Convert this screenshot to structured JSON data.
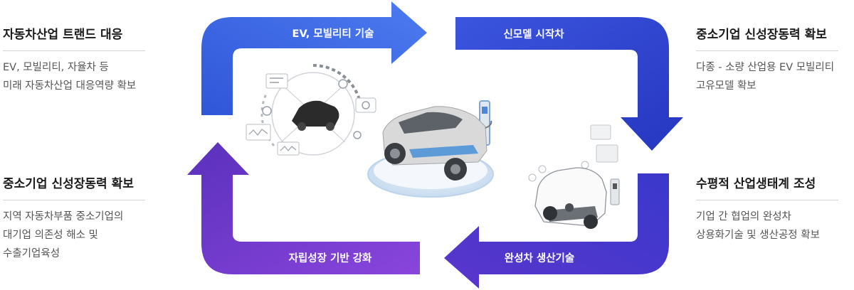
{
  "top_left": {
    "title": "자동차산업 트랜드 대응",
    "lines": [
      "EV, 모빌리티, 자율차 등",
      "미래 자동차산업 대응역량 확보"
    ]
  },
  "bottom_left": {
    "title": "중소기업 신성장동력 확보",
    "lines": [
      "지역 자동차부품 중소기업의",
      "대기업 의존성 해소 및",
      "수출기업육성"
    ]
  },
  "top_right": {
    "title": "중소기업 신성장동력 확보",
    "lines": [
      "다종 - 소량 산업용 EV 모빌리티",
      "고유모델 확보"
    ]
  },
  "bottom_right": {
    "title": "수평적 산업생태계 조성",
    "lines": [
      "기업 간 협업의 완성차",
      "상용화기술 및 생산공정 확보"
    ]
  },
  "arrows": {
    "top_left": "EV, 모빌리티 기술",
    "top_right": "신모델 시작차",
    "bottom_right": "완성차 생산기술",
    "bottom_left": "자립성장 기반 강화"
  },
  "colors": {
    "arrow_blue": "#3f63e2",
    "arrow_navy": "#2e3fc4",
    "arrow_purple": "#6a36c8",
    "arrow_violet": "#7b3fd6"
  }
}
